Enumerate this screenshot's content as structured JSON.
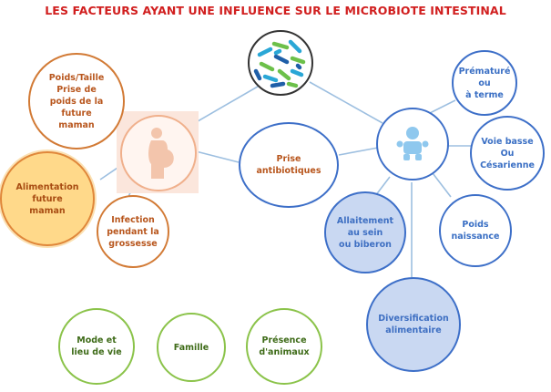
{
  "title": "LES FACTEURS AYANT UNE INFLUENCE SUR LE MICROBIOTE INTESTINAL",
  "nodes": {
    "poids_taille": "Poids/Taille\nPrise de\npoids de la\nfuture\nmaman",
    "alimentation": "Alimentation\nfuture\nmaman",
    "infection": "Infection\npendant la\ngrossesse",
    "prise_antibiotiques": "Prise\nantibiotiques",
    "premature": "Prématuré\nou\nà terme",
    "voie_basse": "Voie basse\nOu\nCésarienne",
    "poids_naissance": "Poids\nnaissance",
    "allaitement": "Allaitement\nau sein\nou biberon",
    "diversification": "Diversification\nalimentaire",
    "mode_de_vie": "Mode et\nlieu de vie",
    "famille": "Famille",
    "animaux": "Présence\nd'animaux"
  },
  "colors": {
    "title": "#d11f1f",
    "orange": "#d27a35",
    "orange_fill": "#ffd98a",
    "blue": "#3d6fc8",
    "blue_fill": "#c9d8f2",
    "green": "#8bc34a",
    "line": "#9dbfe0"
  },
  "icons": [
    "bacteria-icon",
    "pregnant-woman-icon",
    "baby-icon"
  ]
}
